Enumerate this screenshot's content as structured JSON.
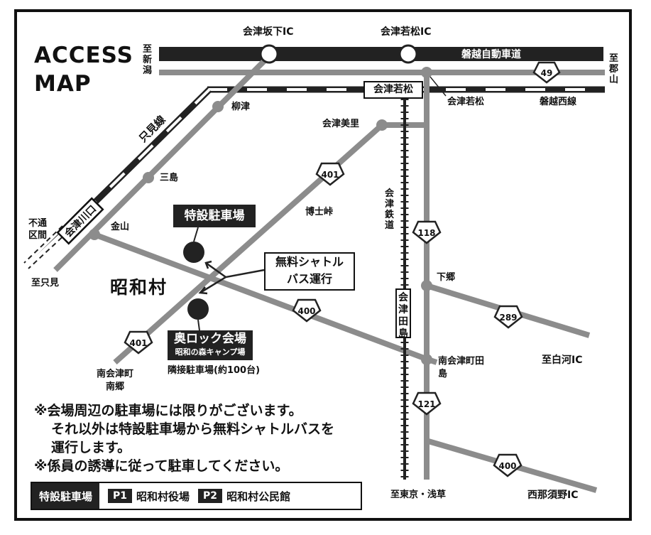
{
  "title": {
    "line1": "ACCESS",
    "line2": "MAP"
  },
  "expressway": {
    "label": "磐越自動車道"
  },
  "interchanges": {
    "sakashita": "会津坂下IC",
    "wakamatsu": "会津若松IC",
    "shirakawa": "至白河IC",
    "nishinasuno": "西那須野IC"
  },
  "directions": {
    "niigata": "至新潟",
    "koriyama": "至郡山",
    "tadami": "至只見",
    "tokyo": "至東京・浅草"
  },
  "rail": {
    "tadami_line": "只見線",
    "banetsu_west": "磐越西線",
    "aizu_railway": "会津鉄道",
    "non_service": "不通区間"
  },
  "stations": {
    "aizu_wakamatsu_box": "会津若松",
    "aizu_wakamatsu": "会津若松",
    "aizu_kawaguchi": "会津川口",
    "aizu_tajima": "会津田島"
  },
  "places": {
    "yanaizu": "柳津",
    "mishima": "三島",
    "kaneyama": "金山",
    "aizu_misato": "会津美里",
    "hakase_toge": "博士峠",
    "shimogo": "下郷",
    "minamiaizu_tajima": "南会津町田島",
    "minamiaizu_nango_1": "南会津町",
    "minamiaizu_nango_2": "南郷",
    "village": "昭和村"
  },
  "routes": {
    "r49": "49",
    "r401a": "401",
    "r401b": "401",
    "r118": "118",
    "r400a": "400",
    "r400b": "400",
    "r289": "289",
    "r121": "121"
  },
  "parking": {
    "special": "特設駐車場"
  },
  "shuttle": {
    "line1": "無料シャトル",
    "line2": "バス運行"
  },
  "venue": {
    "name": "奥ロック会場",
    "sub": "昭和の森キャンプ場",
    "adjacent": "隣接駐車場(約100台)"
  },
  "notes": {
    "line1": "※会場周辺の駐車場には限りがございます。",
    "line2": "それ以外は特設駐車場から無料シャトルバスを",
    "line3": "運行します。",
    "line4": "※係員の誘導に従って駐車してください。"
  },
  "legend": {
    "title": "特設駐車場",
    "p1_badge": "P1",
    "p1_label": "昭和村役場",
    "p2_badge": "P2",
    "p2_label": "昭和村公民館"
  },
  "colors": {
    "road": "#8c8c8c",
    "dark": "#222222",
    "frame": "#111111",
    "bg": "#ffffff"
  }
}
